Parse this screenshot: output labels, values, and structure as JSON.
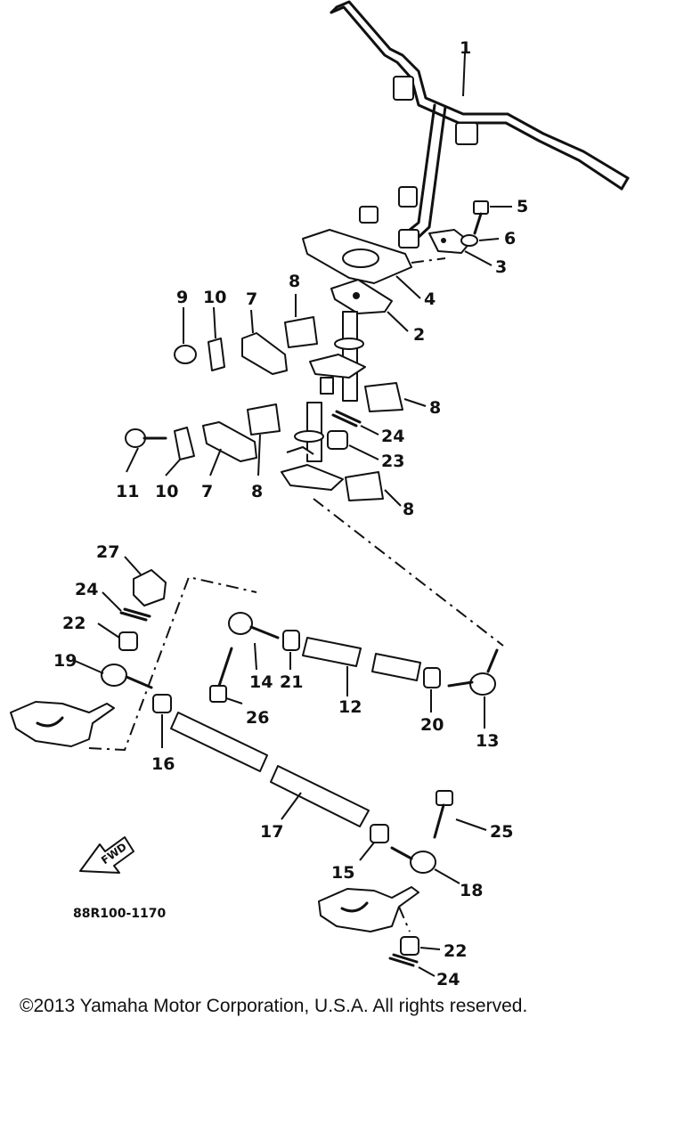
{
  "labels": {
    "p1": "1",
    "p2": "2",
    "p3": "3",
    "p4": "4",
    "p5": "5",
    "p6": "6",
    "p7a": "7",
    "p7b": "7",
    "p8a": "8",
    "p8b": "8",
    "p8c": "8",
    "p8d": "8",
    "p9": "9",
    "p10a": "10",
    "p10b": "10",
    "p11": "11",
    "p12": "12",
    "p13": "13",
    "p14": "14",
    "p15": "15",
    "p16": "16",
    "p17": "17",
    "p18": "18",
    "p19": "19",
    "p20": "20",
    "p21": "21",
    "p22a": "22",
    "p22b": "22",
    "p23": "23",
    "p24a": "24",
    "p24b": "24",
    "p24c": "24",
    "p25": "25",
    "p26": "26",
    "p27": "27"
  },
  "fwd_label": "FWD",
  "diagram_code": "88R100-1170",
  "copyright": "©2013 Yamaha Motor Corporation, U.S.A. All rights reserved."
}
